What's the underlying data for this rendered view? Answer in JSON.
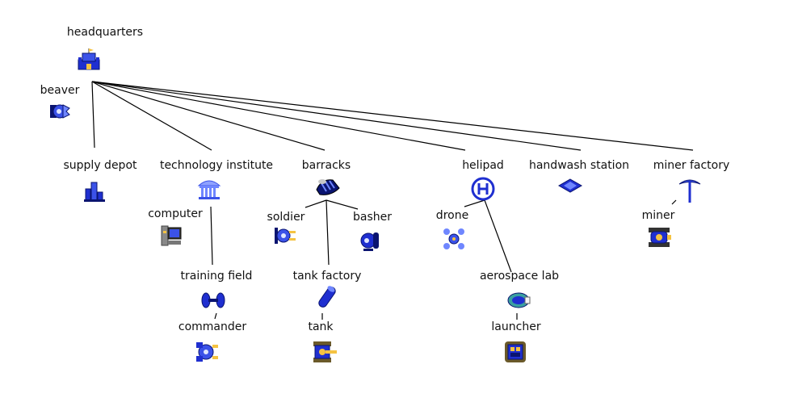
{
  "nodes": {
    "headquarters": {
      "label": "headquarters",
      "icon": "castle-icon"
    },
    "beaver": {
      "label": "beaver",
      "icon": "beaver-robot-icon"
    },
    "supply_depot": {
      "label": "supply depot",
      "icon": "supply-depot-icon"
    },
    "technology_institute": {
      "label": "technology institute",
      "icon": "institute-building-icon"
    },
    "barracks": {
      "label": "barracks",
      "icon": "barracks-icon"
    },
    "helipad": {
      "label": "helipad",
      "icon": "helipad-icon"
    },
    "handwash_station": {
      "label": "handwash station",
      "icon": "handwash-station-icon"
    },
    "miner_factory": {
      "label": "miner factory",
      "icon": "pickaxe-icon"
    },
    "computer": {
      "label": "computer",
      "icon": "computer-icon"
    },
    "soldier": {
      "label": "soldier",
      "icon": "soldier-robot-icon"
    },
    "basher": {
      "label": "basher",
      "icon": "basher-robot-icon"
    },
    "drone": {
      "label": "drone",
      "icon": "drone-robot-icon"
    },
    "miner": {
      "label": "miner",
      "icon": "miner-robot-icon"
    },
    "training_field": {
      "label": "training field",
      "icon": "dumbbell-icon"
    },
    "tank_factory": {
      "label": "tank factory",
      "icon": "tank-factory-icon"
    },
    "aerospace_lab": {
      "label": "aerospace lab",
      "icon": "aerospace-lab-icon"
    },
    "commander": {
      "label": "commander",
      "icon": "commander-robot-icon"
    },
    "tank": {
      "label": "tank",
      "icon": "tank-robot-icon"
    },
    "launcher": {
      "label": "launcher",
      "icon": "launcher-robot-icon"
    }
  },
  "edges": [
    [
      "beaver",
      "supply_depot"
    ],
    [
      "beaver",
      "technology_institute"
    ],
    [
      "beaver",
      "barracks"
    ],
    [
      "beaver",
      "helipad"
    ],
    [
      "beaver",
      "handwash_station"
    ],
    [
      "beaver",
      "miner_factory"
    ],
    [
      "technology_institute",
      "training_field"
    ],
    [
      "barracks",
      "soldier"
    ],
    [
      "barracks",
      "tank_factory"
    ],
    [
      "barracks",
      "basher"
    ],
    [
      "helipad",
      "drone"
    ],
    [
      "helipad",
      "aerospace_lab"
    ],
    [
      "miner_factory",
      "miner"
    ],
    [
      "training_field",
      "commander"
    ],
    [
      "tank_factory",
      "tank"
    ],
    [
      "aerospace_lab",
      "launcher"
    ]
  ],
  "colors": {
    "icon_blue": "#1f2fd0",
    "icon_dark": "#0a1470",
    "icon_light": "#6f86ff",
    "line": "#000000"
  }
}
